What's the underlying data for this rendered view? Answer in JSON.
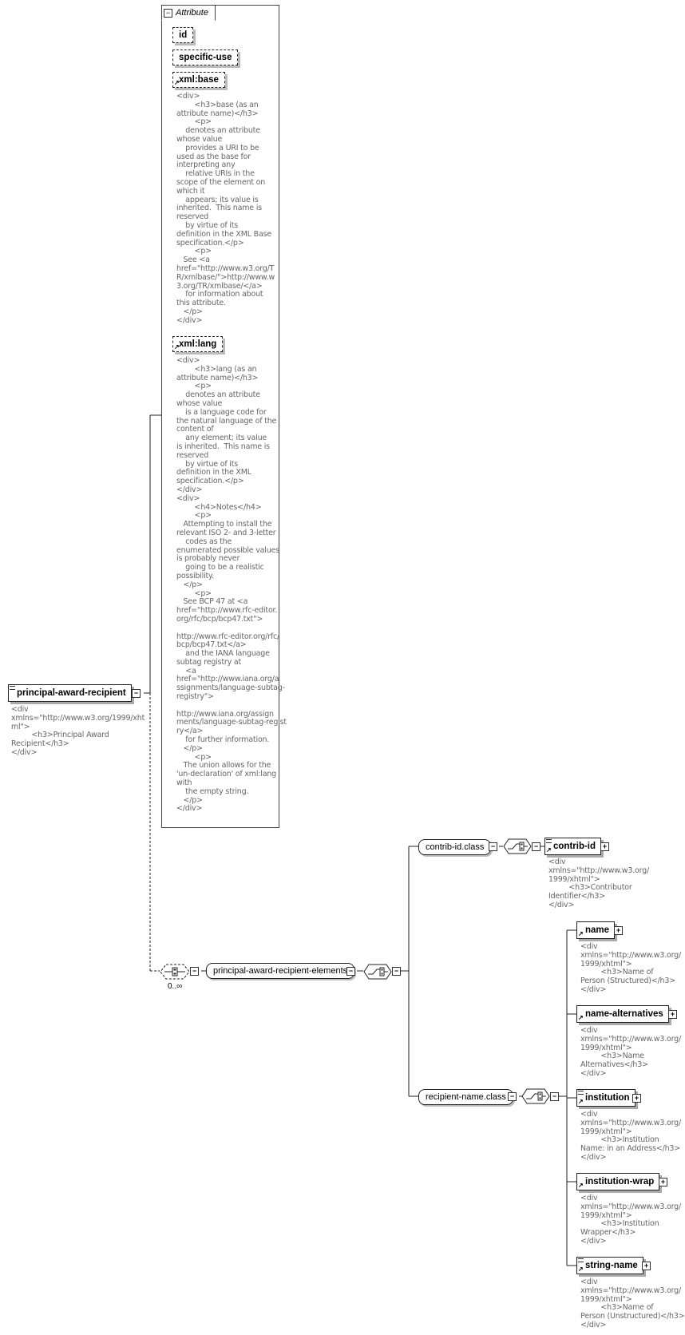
{
  "attribute_panel": {
    "title": "Attribute",
    "attributes": [
      {
        "name": "id"
      },
      {
        "name": "specific-use"
      },
      {
        "name": "xml:base",
        "doc": "<div>\n        <h3>base (as an\nattribute name)</h3>\n        <p>\n    denotes an attribute\nwhose value\n    provides a URI to be\nused as the base for\ninterpreting any\n    relative URIs in the\nscope of the element on\nwhich it\n    appears; its value is\ninherited.  This name is\nreserved\n    by virtue of its\ndefinition in the XML Base\nspecification.</p>\n        <p>\n   See <a\nhref=\"http://www.w3.org/T\nR/xmlbase/\">http://www.w\n3.org/TR/xmlbase/</a>\n    for information about\nthis attribute.\n   </p>\n</div>"
      },
      {
        "name": "xml:lang",
        "doc": "<div>\n        <h3>lang (as an\nattribute name)</h3>\n        <p>\n    denotes an attribute\nwhose value\n    is a language code for\nthe natural language of the\ncontent of\n    any element; its value\nis inherited.  This name is\nreserved\n    by virtue of its\ndefinition in the XML\nspecification.</p>\n</div>\n<div>\n        <h4>Notes</h4>\n        <p>\n   Attempting to install the\nrelevant ISO 2- and 3-letter\n    codes as the\nenumerated possible values\nis probably never\n    going to be a realistic\npossibility.\n   </p>\n        <p>\n   See BCP 47 at <a\nhref=\"http://www.rfc-editor.\norg/rfc/bcp/bcp47.txt\">\n\nhttp://www.rfc-editor.org/rfc/\nbcp/bcp47.txt</a>\n    and the IANA language\nsubtag registry at\n    <a\nhref=\"http://www.iana.org/a\nssignments/language-subtag-\nregistry\">\n\nhttp://www.iana.org/assign\nments/language-subtag-regist\nry</a>\n    for further information.\n   </p>\n        <p>\n   The union allows for the\n'un-declaration' of xml:lang\nwith\n    the empty string.\n   </p>\n</div>"
      }
    ]
  },
  "root": {
    "name": "principal-award-recipient",
    "doc": "<div\nxmlns=\"http://www.w3.org/1999/xht\nml\">\n         <h3>Principal Award\nRecipient</h3>\n</div>"
  },
  "sequence_occurrence": "0..∞",
  "groups": {
    "main": "principal-award-recipient-elements",
    "contrib": "contrib-id.class",
    "recipient": "recipient-name.class"
  },
  "elements": [
    {
      "name": "contrib-id",
      "doc": "<div\nxmlns=\"http://www.w3.org/\n1999/xhtml\">\n         <h3>Contributor\nIdentifier</h3>\n</div>"
    },
    {
      "name": "name",
      "doc": "<div\nxmlns=\"http://www.w3.org/\n1999/xhtml\">\n         <h3>Name of\nPerson (Structured)</h3>\n</div>"
    },
    {
      "name": "name-alternatives",
      "doc": "<div\nxmlns=\"http://www.w3.org/\n1999/xhtml\">\n         <h3>Name\nAlternatives</h3>\n</div>"
    },
    {
      "name": "institution",
      "doc": "<div\nxmlns=\"http://www.w3.org/\n1999/xhtml\">\n         <h3>Institution\nName: in an Address</h3>\n</div>"
    },
    {
      "name": "institution-wrap",
      "doc": "<div\nxmlns=\"http://www.w3.org/\n1999/xhtml\">\n         <h3>Institution\nWrapper</h3>\n</div>"
    },
    {
      "name": "string-name",
      "doc": "<div\nxmlns=\"http://www.w3.org/\n1999/xhtml\">\n         <h3>Name of\nPerson (Unstructured)</h3>\n</div>"
    }
  ],
  "icons": {
    "collapse": "minus-box-icon",
    "expand": "plus-box-icon",
    "reference": "arrow-icon",
    "choice": "choice-icon"
  }
}
